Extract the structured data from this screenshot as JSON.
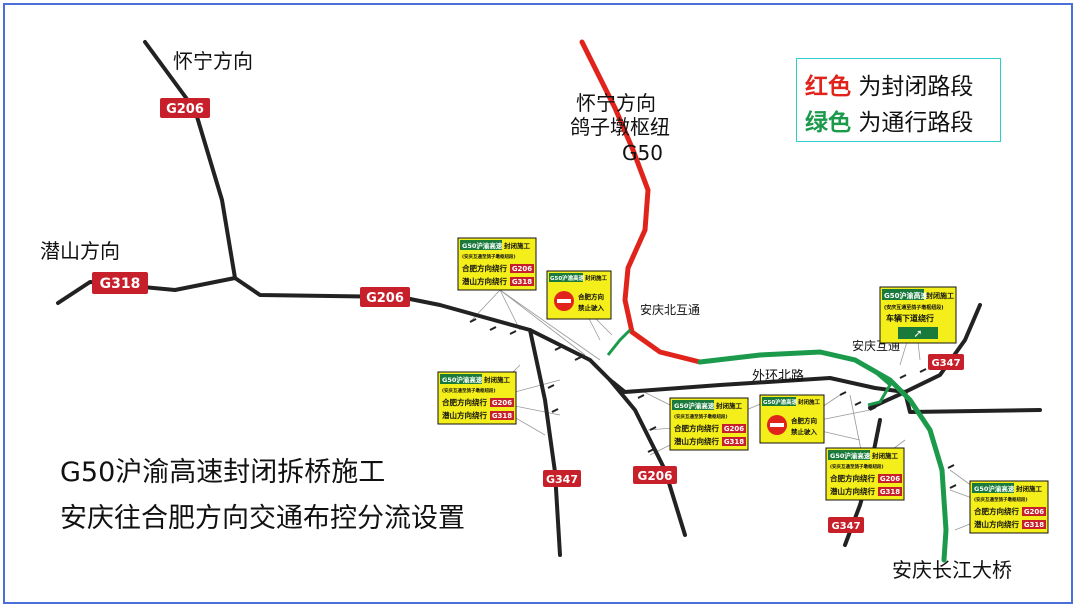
{
  "title": {
    "line1": "G50沪渝高速封闭拆桥施工",
    "line2": "安庆往合肥方向交通布控分流设置"
  },
  "legend": {
    "red_label": "红色",
    "red_text": "为封闭路段",
    "green_label": "绿色",
    "green_text": "为通行路段"
  },
  "colors": {
    "closed": "#e0241b",
    "open": "#1a9a4a",
    "road": "#222222",
    "shield": "#c8202a",
    "sign_bg": "#f4ee1a",
    "sign_head": "#1a7a3c"
  },
  "places": {
    "huaining_top": "怀宁方向",
    "qianshan": "潜山方向",
    "huaining_g50": "怀宁方向",
    "gezidun": "鸽子墩枢纽",
    "g50": "G50",
    "anqing_north": "安庆北互通",
    "anqing_interchange": "安庆互通",
    "outer_ring": "外环北路",
    "bridge": "安庆长江大桥"
  },
  "shields": {
    "g206_top": "G206",
    "g318": "G318",
    "g206_mid": "G206",
    "g347_left": "G347",
    "g206_bottom": "G206",
    "g347_right": "G347",
    "g347_bottom": "G347"
  },
  "signs": {
    "detour": {
      "head": "G50沪渝高速",
      "head_suffix": "封闭施工",
      "sub": "(安庆互通至鸽子墩枢纽段)",
      "line1_text": "合肥方向绕行",
      "line1_route": "G206",
      "line2_text": "潜山方向绕行",
      "line2_route": "G318"
    },
    "noentry": {
      "head": "G50沪渝高速",
      "head_suffix": "封闭施工",
      "line1": "合肥方向",
      "line2": "禁止驶入"
    },
    "exit": {
      "head": "G50沪渝高速",
      "head_suffix": "封闭施工",
      "sub": "(安庆互通至鸽子墩枢纽段)",
      "line1": "车辆下道绕行"
    }
  }
}
